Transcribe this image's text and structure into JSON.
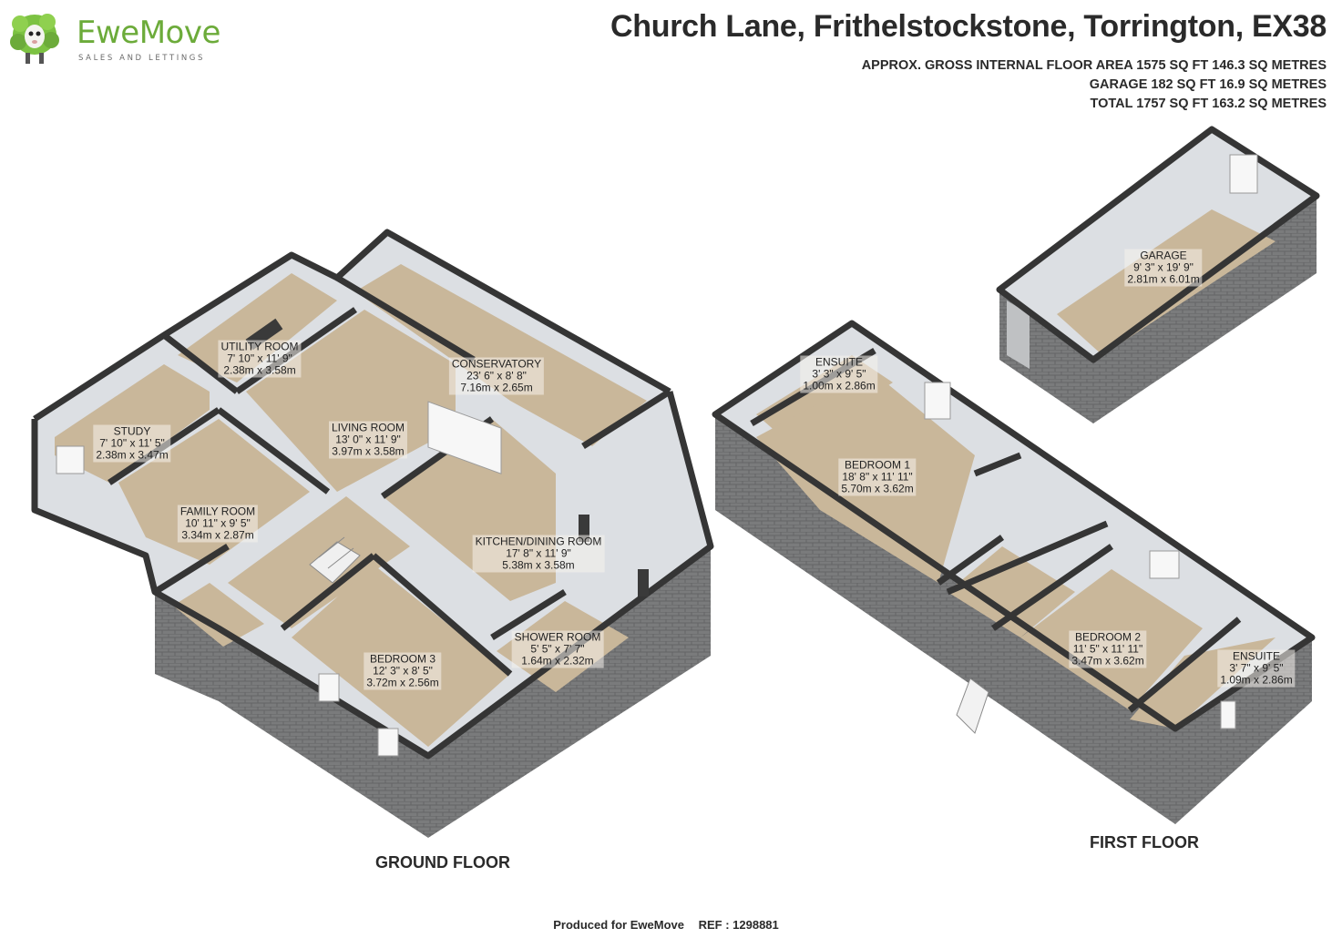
{
  "brand": {
    "name": "EweMove",
    "tagline": "SALES AND LETTINGS",
    "logo_icon": "sheep-logo-icon",
    "accent": "#6cab3a"
  },
  "header": {
    "title": "Church Lane, Frithelstockstone, Torrington, EX38",
    "area_lines": [
      "APPROX. GROSS INTERNAL FLOOR AREA 1575 SQ FT 146.3 SQ METRES",
      "GARAGE 182 SQ FT 16.9 SQ METRES",
      "TOTAL 1757 SQ FT 163.2 SQ METRES"
    ]
  },
  "rooms": [
    {
      "name": "UTILITY ROOM",
      "imperial": "7' 10\" x 11' 9\"",
      "metric": "2.38m x 3.58m"
    },
    {
      "name": "CONSERVATORY",
      "imperial": "23' 6\" x 8' 8\"",
      "metric": "7.16m x 2.65m"
    },
    {
      "name": "STUDY",
      "imperial": "7' 10\" x 11' 5\"",
      "metric": "2.38m x 3.47m"
    },
    {
      "name": "LIVING ROOM",
      "imperial": "13' 0\" x 11' 9\"",
      "metric": "3.97m x 3.58m"
    },
    {
      "name": "FAMILY ROOM",
      "imperial": "10' 11\" x 9' 5\"",
      "metric": "3.34m x 2.87m"
    },
    {
      "name": "KITCHEN/DINING ROOM",
      "imperial": "17' 8\" x 11' 9\"",
      "metric": "5.38m x 3.58m"
    },
    {
      "name": "SHOWER ROOM",
      "imperial": "5' 5\" x 7' 7\"",
      "metric": "1.64m x 2.32m"
    },
    {
      "name": "BEDROOM 3",
      "imperial": "12' 3\" x 8' 5\"",
      "metric": "3.72m x 2.56m"
    },
    {
      "name": "GARAGE",
      "imperial": "9' 3\" x 19' 9\"",
      "metric": "2.81m x 6.01m"
    },
    {
      "name": "ENSUITE",
      "imperial": "3' 3\" x 9' 5\"",
      "metric": "1.00m x 2.86m"
    },
    {
      "name": "BEDROOM 1",
      "imperial": "18' 8\" x 11' 11\"",
      "metric": "5.70m x 3.62m"
    },
    {
      "name": "BEDROOM 2",
      "imperial": "11' 5\" x 11' 11\"",
      "metric": "3.47m x 3.62m"
    },
    {
      "name": "ENSUITE",
      "imperial": "3' 7\" x 9' 5\"",
      "metric": "1.09m x 2.86m"
    }
  ],
  "floors": {
    "ground": "GROUND FLOOR",
    "first": "FIRST FLOOR"
  },
  "footer": {
    "produced": "Produced for EweMove",
    "ref": "REF : 1298881"
  },
  "colors": {
    "floor": "#c9b79a",
    "wall_inner": "#dfe2e6",
    "wall_top": "#3a3a3a",
    "wall_outer": "#6e6f70"
  }
}
